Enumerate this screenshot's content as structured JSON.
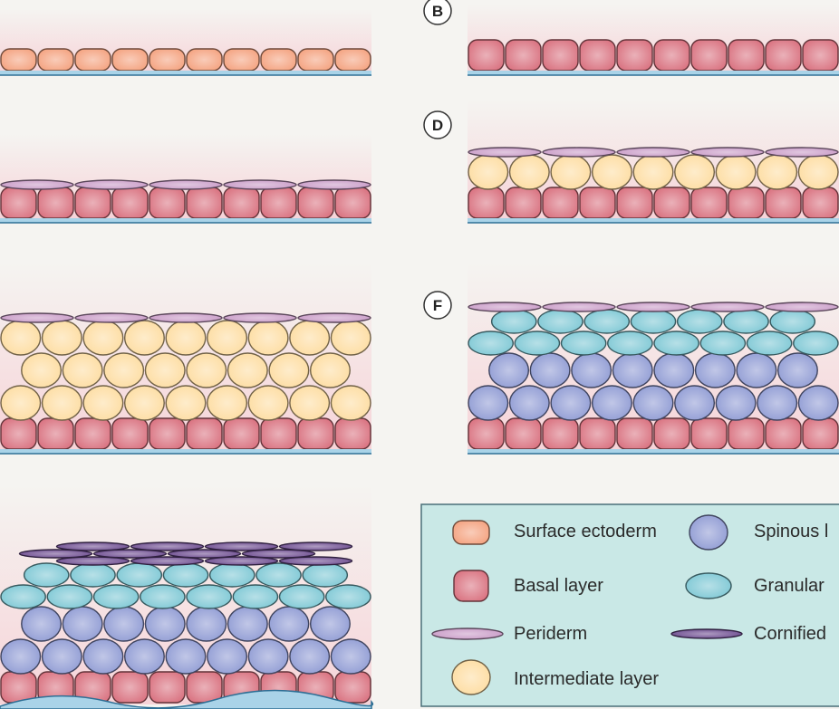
{
  "colors": {
    "background": "#f5f4f1",
    "tissue_pink": "#f6d3d8",
    "membrane": "#a9d3e8",
    "membrane_line": "#2e6f95",
    "legend_bg": "#c9e8e6",
    "legend_border": "#4a6f78",
    "surface_ectoderm": "#f4a27f",
    "basal": "#d9717f",
    "periderm": "#c99bc7",
    "intermediate": "#fddca0",
    "spinous": "#8e9ad3",
    "granular": "#7cc7d4",
    "cornified": "#6b4a8e"
  },
  "panels": [
    {
      "id": "A",
      "label": "",
      "layers": [
        "surface_ectoderm"
      ]
    },
    {
      "id": "B",
      "label": "B",
      "layers": [
        "basal"
      ]
    },
    {
      "id": "C",
      "label": "",
      "layers": [
        "basal",
        "periderm"
      ]
    },
    {
      "id": "D",
      "label": "D",
      "layers": [
        "basal",
        "intermediate",
        "periderm"
      ]
    },
    {
      "id": "E",
      "label": "",
      "layers": [
        "basal",
        "intermediate",
        "intermediate",
        "intermediate",
        "periderm"
      ]
    },
    {
      "id": "F",
      "label": "F",
      "layers": [
        "basal",
        "spinous",
        "spinous",
        "granular",
        "granular",
        "periderm"
      ]
    },
    {
      "id": "G",
      "label": "",
      "layers": [
        "basal",
        "spinous",
        "spinous",
        "granular",
        "granular",
        "cornified",
        "cornified",
        "cornified"
      ]
    }
  ],
  "legend": {
    "items": [
      {
        "key": "surface_ectoderm",
        "label": "Surface ectoderm",
        "icon": "rounded-cell"
      },
      {
        "key": "basal",
        "label": "Basal layer",
        "icon": "rounded-cell"
      },
      {
        "key": "periderm",
        "label": "Periderm",
        "icon": "flat-ellipse"
      },
      {
        "key": "intermediate",
        "label": "Intermediate layer",
        "icon": "round-cell"
      },
      {
        "key": "spinous",
        "label": "Spinous l",
        "icon": "round-cell"
      },
      {
        "key": "granular",
        "label": "Granular",
        "icon": "oval-cell"
      },
      {
        "key": "cornified",
        "label": "Cornified",
        "icon": "flat-ellipse"
      }
    ]
  }
}
